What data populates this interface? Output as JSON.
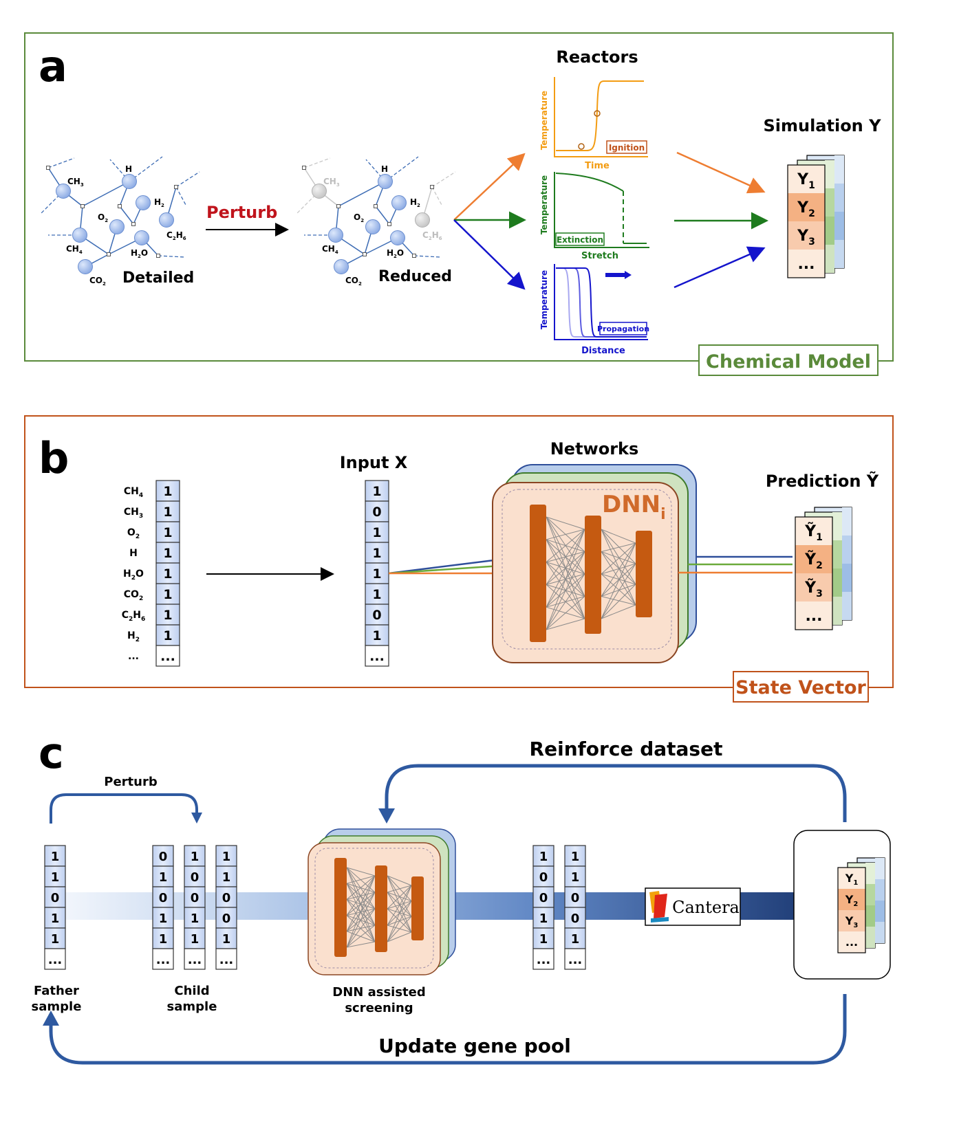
{
  "panel_a": {
    "letter": "a",
    "perturb_label": "Perturb",
    "detailed_label": "Detailed",
    "reduced_label": "Reduced",
    "reactors_title": "Reactors",
    "simulation_title": "Simulation Y",
    "model_tag": "Chemical Model",
    "species": {
      "ch3": [
        "CH",
        "3"
      ],
      "h": [
        "H",
        ""
      ],
      "h2": [
        "H",
        "2"
      ],
      "o2": [
        "O",
        "2"
      ],
      "c2h6": [
        "C",
        "2",
        "H",
        "6"
      ],
      "ch4": [
        "CH",
        "4"
      ],
      "h2o": [
        "H",
        "2",
        "O"
      ],
      "co2": [
        "CO",
        "2"
      ]
    },
    "plots": [
      {
        "ylabel": "Temperature",
        "xlabel": "Time",
        "tag": "Ignition",
        "color": "#F39C12",
        "tag_color": "#C0521A"
      },
      {
        "ylabel": "Temperature",
        "xlabel": "Stretch",
        "tag": "Extinction",
        "color": "#1E7B1E",
        "tag_color": "#1E7B1E"
      },
      {
        "ylabel": "Temperature",
        "xlabel": "Distance",
        "tag": "Propagation",
        "color": "#1414CC",
        "tag_color": "#1414CC"
      }
    ],
    "y_items": [
      [
        "Y",
        "1"
      ],
      [
        "Y",
        "2"
      ],
      [
        "Y",
        "3"
      ],
      [
        "...",
        ""
      ]
    ]
  },
  "panel_b": {
    "letter": "b",
    "species_labels": [
      [
        "CH",
        "4"
      ],
      [
        "CH",
        "3"
      ],
      [
        "O",
        "2"
      ],
      [
        "H",
        ""
      ],
      [
        "H",
        "2",
        "O"
      ],
      [
        "CO",
        "2"
      ],
      [
        "C",
        "2",
        "H",
        "6"
      ],
      [
        "H",
        "2"
      ],
      [
        "...",
        ""
      ]
    ],
    "state_vector": [
      "1",
      "1",
      "1",
      "1",
      "1",
      "1",
      "1",
      "1",
      "..."
    ],
    "input_title": "Input X",
    "input_vector": [
      "1",
      "0",
      "1",
      "1",
      "1",
      "1",
      "0",
      "1",
      "..."
    ],
    "networks_title": "Networks",
    "dnn_label": "DNN",
    "dnn_sub": "i",
    "prediction_title": "Prediction",
    "prediction_symbol": "Ỹ",
    "pred_items": [
      [
        "Ỹ",
        "1"
      ],
      [
        "Ỹ",
        "2"
      ],
      [
        "Ỹ",
        "3"
      ],
      [
        "...",
        ""
      ]
    ],
    "vector_tag": "State Vector"
  },
  "panel_c": {
    "letter": "c",
    "reinforce_label": "Reinforce dataset",
    "perturb_label": "Perturb",
    "father_vector": [
      "1",
      "1",
      "0",
      "1",
      "1",
      "..."
    ],
    "child_vectors": [
      [
        "0",
        "1",
        "0",
        "1",
        "1",
        "..."
      ],
      [
        "1",
        "0",
        "0",
        "1",
        "1",
        "..."
      ],
      [
        "1",
        "1",
        "0",
        "0",
        "1",
        "..."
      ]
    ],
    "screened_vectors": [
      [
        "1",
        "0",
        "0",
        "1",
        "1",
        "..."
      ],
      [
        "1",
        "1",
        "0",
        "0",
        "1",
        "..."
      ]
    ],
    "final_vector": [
      "1",
      "0",
      "0",
      "1",
      "1",
      "..."
    ],
    "final_y": [
      [
        "Y",
        "1"
      ],
      [
        "Y",
        "2"
      ],
      [
        "Y",
        "3"
      ],
      [
        "...",
        ""
      ]
    ],
    "father_label": [
      "Father",
      "sample"
    ],
    "child_label": [
      "Child",
      "sample"
    ],
    "dnn_label": [
      "DNN assisted",
      "screening"
    ],
    "cantera_label": "Cantera",
    "update_label": "Update gene pool"
  }
}
